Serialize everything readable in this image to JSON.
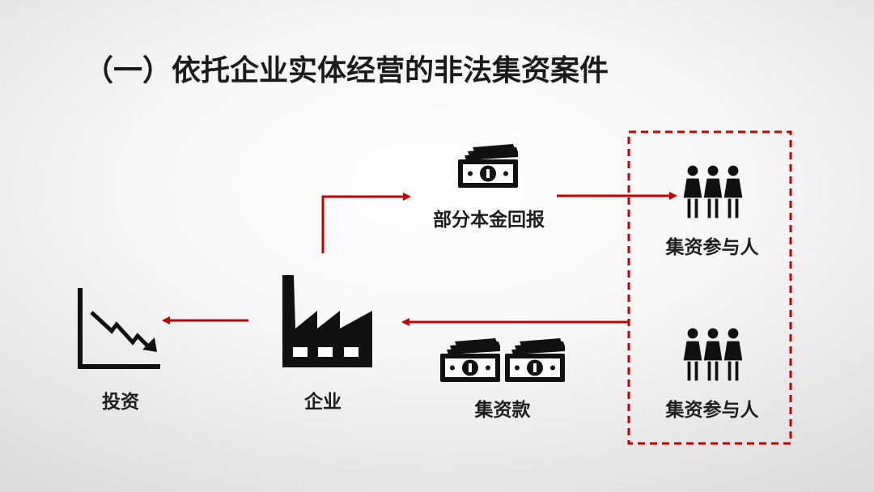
{
  "title": "（一）依托企业实体经营的非法集资案件",
  "labels": {
    "return_label": "部分本金回报",
    "participants_top": "集资参与人",
    "participants_bottom": "集资参与人",
    "investment": "投资",
    "enterprise": "企业",
    "funds": "集资款"
  },
  "icons": {
    "cash_top": "banknote-stack-icon",
    "cash_bottom": "banknote-stack-icon",
    "people_top": "three-people-icon",
    "people_bottom": "three-people-icon",
    "factory": "factory-icon",
    "decline": "declining-chart-icon"
  },
  "colors": {
    "arrow": "#c00000",
    "box": "#c00000",
    "icon": "#111111"
  }
}
